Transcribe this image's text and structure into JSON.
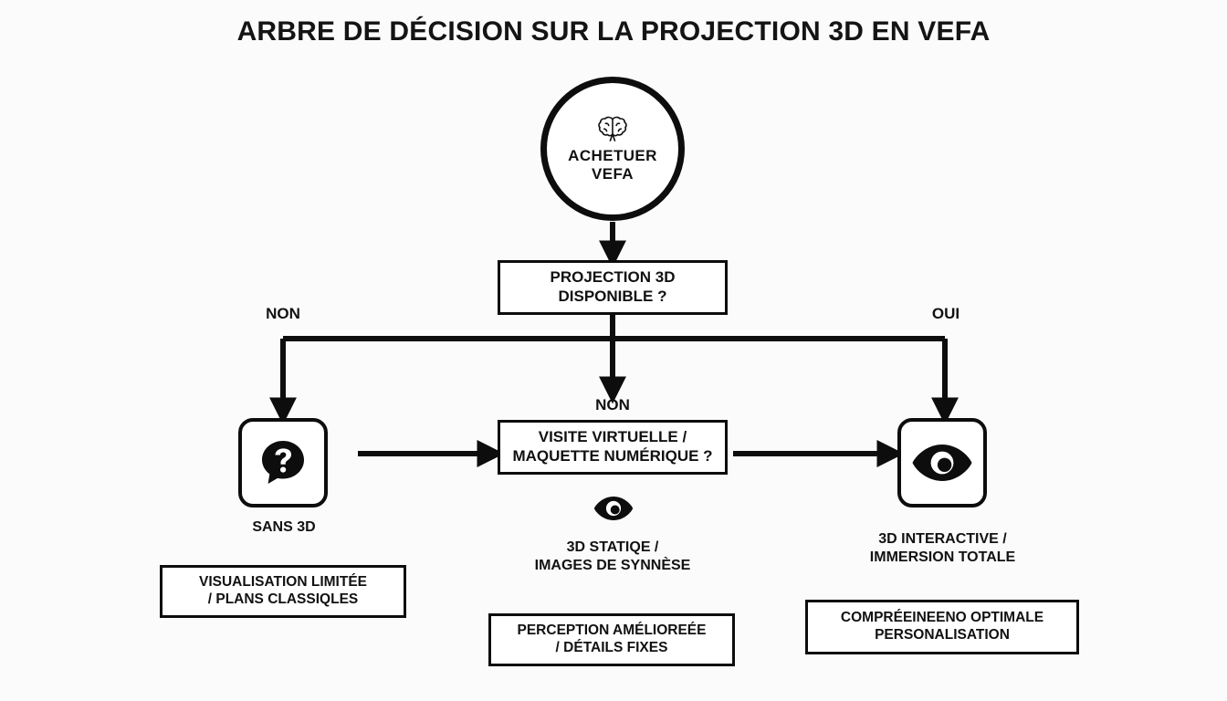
{
  "title": "ARBRE DE DÉCISION SUR LA PROJECTION 3D EN VEFA",
  "root": {
    "icon": "brain-icon",
    "line1": "ACHETUER",
    "line2": "VEFA"
  },
  "decisions": {
    "projection": {
      "line1": "PROJECTION 3D",
      "line2": "DISPONIBLE ?"
    },
    "visite": {
      "line1": "VISITE VIRTUELLE /",
      "line2": "MAQUETTE NUMÉRIQUE ?"
    }
  },
  "branch_labels": {
    "left": "NON",
    "middle": "NON",
    "right": "OUI"
  },
  "branches": {
    "left": {
      "icon": "question-bubble-icon",
      "caption_line1": "SANS 3D",
      "caption_line2": "",
      "outcome_line1": "VISUALISATION LIMITÉE",
      "outcome_line2": "/ PLANS CLASSIQLES"
    },
    "middle": {
      "icon": "eye-icon",
      "caption_line1": "3D STATIQE /",
      "caption_line2": "IMAGES DE SYNNÈSE",
      "outcome_line1": "PERCEPTION AMÉLIOREÉE",
      "outcome_line2": "/ DÉTAILS FIXES"
    },
    "right": {
      "icon": "eye-icon",
      "caption_line1": "3D INTERACTIVE /",
      "caption_line2": "IMMERSION TOTALE",
      "outcome_line1": "COMPRÉEINEENO OPTIMALE",
      "outcome_line2": "PERSONALISATION"
    }
  },
  "colors": {
    "stroke": "#0d0d0d",
    "text": "#111111",
    "background": "#fbfbfb"
  }
}
